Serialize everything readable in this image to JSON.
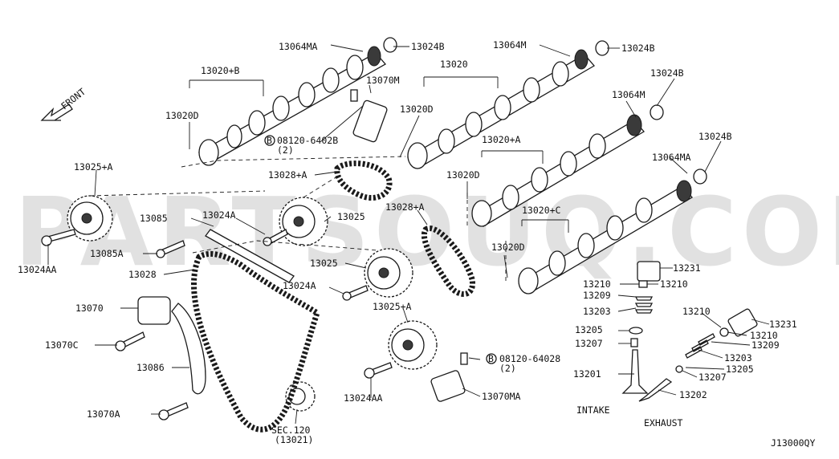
{
  "watermark": "PARTSOUQ.COM",
  "front_label": "FRONT",
  "diagram_code": "J13000QY",
  "labels": {
    "l13064MA_top": "13064MA",
    "l13024B_1": "13024B",
    "l13064M_top": "13064M",
    "l13024B_2": "13024B",
    "l13020B": "13020+B",
    "l13020": "13020",
    "l13070M": "13070M",
    "l13024B_3": "13024B",
    "l13064M_2": "13064M",
    "l13020D_1": "13020D",
    "l13020D_2": "13020D",
    "lBolt1": "08120-6402B",
    "lBolt1q": "(2)",
    "l13024B_4": "13024B",
    "l13025A_1": "13025+A",
    "l13020A": "13020+A",
    "l13064MA_2": "13064MA",
    "l13028A_1": "13028+A",
    "l13020D_3": "13020D",
    "l13085": "13085",
    "l13024A_1": "13024A",
    "l13025_1": "13025",
    "l13028A_2": "13028+A",
    "l13020C": "13020+C",
    "l13024AA_1": "13024AA",
    "l13085A": "13085A",
    "l13020D_4": "13020D",
    "l13231_1": "13231",
    "l13028": "13028",
    "l13025_2": "13025",
    "l13210_1": "13210",
    "l13210_2": "13210",
    "l13024A_2": "13024A",
    "l13209_1": "13209",
    "l13070": "13070",
    "l13025A_2": "13025+A",
    "l13203_1": "13203",
    "l13210_3": "13210",
    "l13231_2": "13231",
    "l13205_1": "13205",
    "l13210_4": "13210",
    "l13070C": "13070C",
    "l13207_1": "13207",
    "l13209_2": "13209",
    "l13203_2": "13203",
    "lBolt2": "08120-64028",
    "lBolt2q": "(2)",
    "l13086": "13086",
    "l13205_2": "13205",
    "l13201": "13201",
    "l13207_2": "13207",
    "l13024AA_2": "13024AA",
    "l13070MA": "13070MA",
    "l13202": "13202",
    "lIntake": "INTAKE",
    "l13070A": "13070A",
    "lSec": "SEC.120",
    "lSecSub": "(13021)",
    "lExhaust": "EXHAUST"
  }
}
